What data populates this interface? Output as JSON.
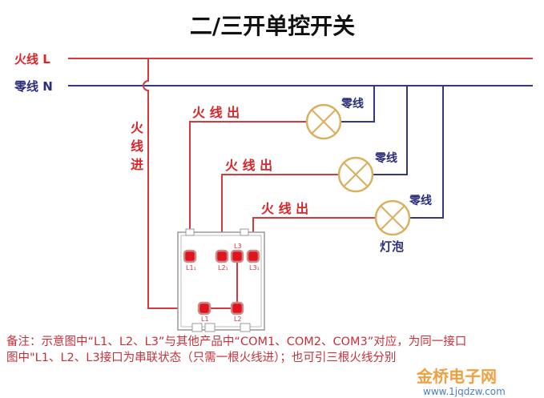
{
  "title": "二/三开单控开关",
  "live_label": "火线 L",
  "neutral_label": "零线 N",
  "live_in_label": [
    "火",
    "线",
    "进"
  ],
  "live_out_label": "火 线 出",
  "neutral_short": "零线",
  "bulb_label": "灯泡",
  "terminals": {
    "l1out": "L1₁",
    "l2out": "L2₁",
    "l3": "L3",
    "l3out": "L3₁",
    "l1": "L1",
    "l2": "L2"
  },
  "note_line1": "备注：示意图中“L1、L2、L3”与其他产品中“COM1、COM2、COM3”对应，为同一接口",
  "note_line2": "图中\"L1、L2、L3接口为串联状态（只需一根火线进）；也可引三根火线分别",
  "watermark": {
    "name": "金桥电子网",
    "url": "www.1jqdzw.com"
  },
  "colors": {
    "live": "#d23a3e",
    "neutral": "#34387e",
    "lamp": "#d9b05e",
    "terminal": "#e0141c"
  }
}
